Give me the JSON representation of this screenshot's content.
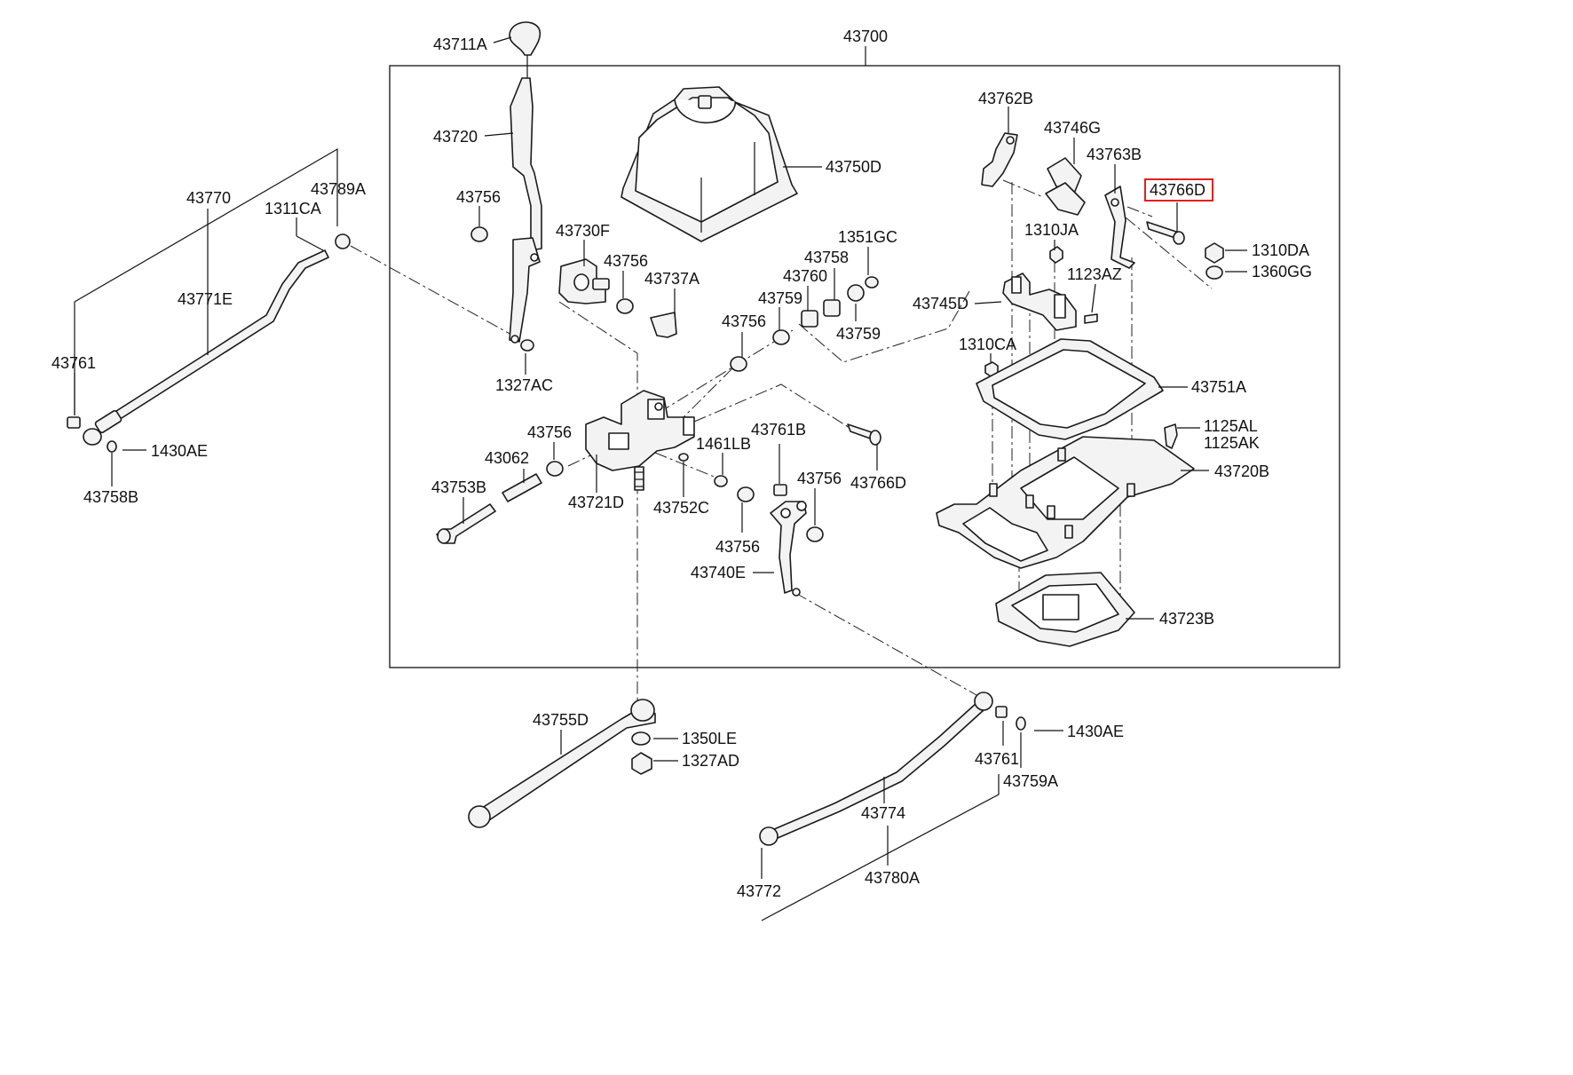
{
  "assembly": {
    "label": "43700"
  },
  "labels": [
    {
      "id": "l43711A",
      "text": "43711A"
    },
    {
      "id": "l43720",
      "text": "43720"
    },
    {
      "id": "l43756a",
      "text": "43756"
    },
    {
      "id": "l43730F",
      "text": "43730F"
    },
    {
      "id": "l43756b",
      "text": "43756"
    },
    {
      "id": "l43737A",
      "text": "43737A"
    },
    {
      "id": "l1327AC",
      "text": "1327AC"
    },
    {
      "id": "l43750D",
      "text": "43750D"
    },
    {
      "id": "l1351GC",
      "text": "1351GC"
    },
    {
      "id": "l43758",
      "text": "43758"
    },
    {
      "id": "l43760",
      "text": "43760"
    },
    {
      "id": "l43759a",
      "text": "43759"
    },
    {
      "id": "l43759b",
      "text": "43759"
    },
    {
      "id": "l43756c",
      "text": "43756"
    },
    {
      "id": "l43762B",
      "text": "43762B"
    },
    {
      "id": "l43746G",
      "text": "43746G"
    },
    {
      "id": "l43763B",
      "text": "43763B"
    },
    {
      "id": "l43766Da",
      "text": "43766D"
    },
    {
      "id": "l1310JA",
      "text": "1310JA"
    },
    {
      "id": "l1310DA",
      "text": "1310DA"
    },
    {
      "id": "l1360GG",
      "text": "1360GG"
    },
    {
      "id": "l1123AZ",
      "text": "1123AZ"
    },
    {
      "id": "l43745D",
      "text": "43745D"
    },
    {
      "id": "l1310CA",
      "text": "1310CA"
    },
    {
      "id": "l43751A",
      "text": "43751A"
    },
    {
      "id": "l1125AL",
      "text": "1125AL"
    },
    {
      "id": "l1125AK",
      "text": "1125AK"
    },
    {
      "id": "l43720B",
      "text": "43720B"
    },
    {
      "id": "l43723B",
      "text": "43723B"
    },
    {
      "id": "l43770",
      "text": "43770"
    },
    {
      "id": "l1311CA",
      "text": "1311CA"
    },
    {
      "id": "l43789A",
      "text": "43789A"
    },
    {
      "id": "l43771E",
      "text": "43771E"
    },
    {
      "id": "l43761a",
      "text": "43761"
    },
    {
      "id": "l1430AEa",
      "text": "1430AE"
    },
    {
      "id": "l43758B",
      "text": "43758B"
    },
    {
      "id": "l43756d",
      "text": "43756"
    },
    {
      "id": "l43062",
      "text": "43062"
    },
    {
      "id": "l43753B",
      "text": "43753B"
    },
    {
      "id": "l43721D",
      "text": "43721D"
    },
    {
      "id": "l43752C",
      "text": "43752C"
    },
    {
      "id": "l1461LB",
      "text": "1461LB"
    },
    {
      "id": "l43761B",
      "text": "43761B"
    },
    {
      "id": "l43756e",
      "text": "43756"
    },
    {
      "id": "l43756f",
      "text": "43756"
    },
    {
      "id": "l43740E",
      "text": "43740E"
    },
    {
      "id": "l43766Db",
      "text": "43766D"
    },
    {
      "id": "l43755D",
      "text": "43755D"
    },
    {
      "id": "l1350LE",
      "text": "1350LE"
    },
    {
      "id": "l1327AD",
      "text": "1327AD"
    },
    {
      "id": "l43761c",
      "text": "43761"
    },
    {
      "id": "l1430AEb",
      "text": "1430AE"
    },
    {
      "id": "l43759A",
      "text": "43759A"
    },
    {
      "id": "l43774",
      "text": "43774"
    },
    {
      "id": "l43772",
      "text": "43772"
    },
    {
      "id": "l43780A",
      "text": "43780A"
    }
  ],
  "highlighted": "43766D",
  "colors": {
    "line": "#111111",
    "part_fill": "#f3f3f3",
    "highlight": "#e02020",
    "background": "#ffffff"
  }
}
